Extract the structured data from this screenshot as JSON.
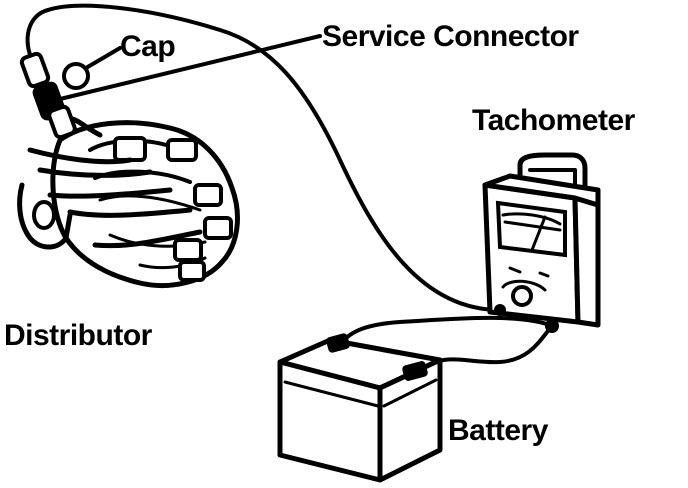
{
  "labels": {
    "cap": "Cap",
    "service_connector": "Service Connector",
    "tachometer": "Tachometer",
    "distributor": "Distributor",
    "battery": "Battery"
  },
  "colors": {
    "line": "#000000",
    "background": "#ffffff"
  }
}
